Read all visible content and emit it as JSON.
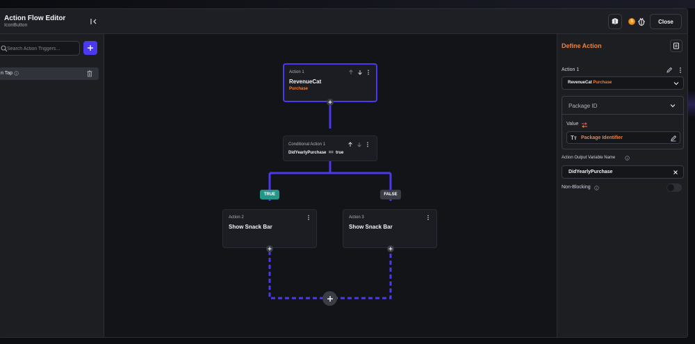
{
  "header": {
    "title": "Action Flow Editor",
    "subtitle": "IconButton",
    "coin_label": "$",
    "close_label": "Close"
  },
  "left_panel": {
    "search_placeholder": "Search Action Triggers...",
    "trigger_label": "n Tap"
  },
  "flow": {
    "action1": {
      "label": "Action 1",
      "title": "RevenueCat",
      "subtitle": "Purchase"
    },
    "conditional": {
      "label": "Conditional Action 1",
      "condition": "DidYearlyPurchase  ==  true"
    },
    "true_badge": "TRUE",
    "false_badge": "FALSE",
    "action2": {
      "label": "Action 2",
      "title": "Show Snack Bar"
    },
    "action3": {
      "label": "Action 3",
      "title": "Show Snack Bar"
    }
  },
  "right_panel": {
    "title": "Define Action",
    "action_label": "Action 1",
    "selected_action_prefix": "RevenueCat",
    "selected_action_suffix": "Purchase",
    "package_id_label": "Package ID",
    "value_label": "Value",
    "value_type_icon": "Tт",
    "package_identifier": "Package Identifier",
    "output_var_label": "Action Output Variable Name",
    "output_var_value": "DidYearlyPurchase",
    "non_blocking_label": "Non-Blocking",
    "non_blocking_on": false
  },
  "colors": {
    "accent": "#4b39ef",
    "orange": "#f0813a",
    "true_green": "#249689"
  }
}
